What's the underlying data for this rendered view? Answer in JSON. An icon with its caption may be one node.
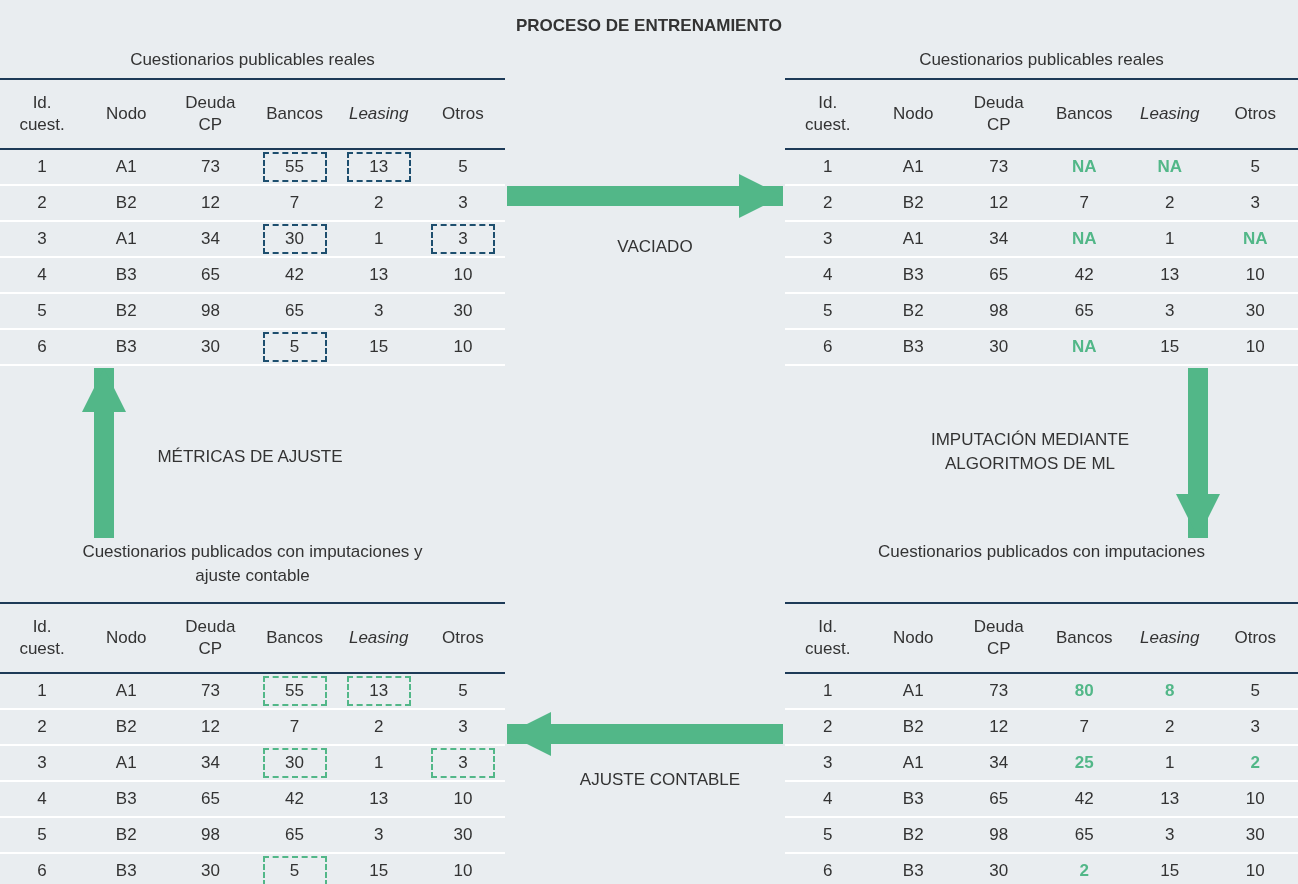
{
  "diagram": {
    "title": "PROCESO DE ENTRENAMIENTO",
    "nodes": [
      {
        "text": [
          "Cuestionarios publicables reales",
          "Id. cuest.",
          "Nodo",
          "Deuda CP",
          "Bancos",
          "Leasing",
          "Otros",
          "1",
          "A1",
          "73",
          "55",
          "13",
          "5",
          "2",
          "B2",
          "12",
          "7",
          "2",
          "3",
          "3",
          "A1",
          "34",
          "30",
          "1",
          "3",
          "4",
          "B3",
          "65",
          "42",
          "13",
          "10",
          "5",
          "B2",
          "98",
          "65",
          "3",
          "30",
          "6",
          "B3",
          "30",
          "5",
          "15",
          "10"
        ]
      },
      {
        "text": [
          "Cuestionarios publicables reales",
          "Id. cuest.",
          "Nodo",
          "Deuda CP",
          "Bancos",
          "Leasing",
          "Otros",
          "1",
          "A1",
          "73",
          "NA",
          "NA",
          "5",
          "2",
          "B2",
          "12",
          "7",
          "2",
          "3",
          "3",
          "A1",
          "34",
          "NA",
          "1",
          "NA",
          "4",
          "B3",
          "65",
          "42",
          "13",
          "10",
          "5",
          "B2",
          "98",
          "65",
          "3",
          "30",
          "6",
          "B3",
          "30",
          "NA",
          "15",
          "10"
        ]
      },
      {
        "text": [
          "Cuestionarios publicados con imputaciones y ajuste contable",
          "Id. cuest.",
          "Nodo",
          "Deuda CP",
          "Bancos",
          "Leasing",
          "Otros",
          "1",
          "A1",
          "73",
          "55",
          "13",
          "5",
          "2",
          "B2",
          "12",
          "7",
          "2",
          "3",
          "3",
          "A1",
          "34",
          "30",
          "1",
          "3",
          "4",
          "B3",
          "65",
          "42",
          "13",
          "10",
          "5",
          "B2",
          "98",
          "65",
          "3",
          "30",
          "6",
          "B3",
          "30",
          "5",
          "15",
          "10"
        ]
      },
      {
        "text": [
          "Cuestionarios publicados con imputaciones",
          "Id. cuest.",
          "Nodo",
          "Deuda CP",
          "Bancos",
          "Leasing",
          "Otros",
          "1",
          "A1",
          "73",
          "80",
          "8",
          "5",
          "2",
          "B2",
          "12",
          "7",
          "2",
          "3",
          "3",
          "A1",
          "34",
          "25",
          "1",
          "2",
          "4",
          "B3",
          "65",
          "42",
          "13",
          "10",
          "5",
          "B2",
          "98",
          "65",
          "3",
          "30",
          "6",
          "B3",
          "30",
          "2",
          "15",
          "10"
        ]
      }
    ],
    "edges": [
      {
        "from": 0,
        "to": 1,
        "arrow": "to",
        "label": "VACIADO"
      },
      {
        "from": 1,
        "to": 3,
        "arrow": "to",
        "label": "IMPUTACIÓN MEDIANTE ALGORITMOS DE ML"
      },
      {
        "from": 3,
        "to": 2,
        "arrow": "to",
        "label": "AJUSTE CONTABLE"
      },
      {
        "from": 2,
        "to": 0,
        "arrow": "to",
        "label": "MÉTRICAS DE AJUSTE"
      }
    ]
  }
}
